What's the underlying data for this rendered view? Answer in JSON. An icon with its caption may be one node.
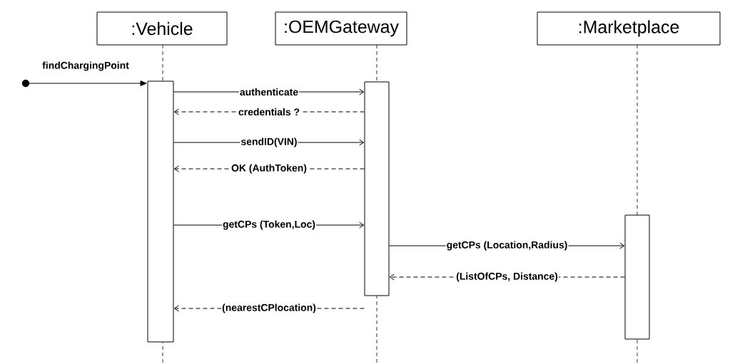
{
  "diagram": {
    "nodes": [
      {
        "text": [
          ":Vehicle"
        ]
      },
      {
        "text": [
          ":OEMGateway"
        ]
      },
      {
        "text": [
          ":Marketplace"
        ]
      },
      {
        "text": [],
        "shape": "circle"
      },
      {
        "text": [],
        "shape": "bar"
      },
      {
        "text": [],
        "shape": "bar"
      },
      {
        "text": [],
        "shape": "bar"
      }
    ],
    "edges": [
      {
        "from": 3,
        "to": 4,
        "arrow": "to",
        "label": "findChargingPoint"
      },
      {
        "from": 4,
        "to": 5,
        "arrow": "to",
        "label": "authenticate"
      },
      {
        "from": 5,
        "to": 4,
        "arrow": "to",
        "label": "credentials ?",
        "style": "dashed"
      },
      {
        "from": 4,
        "to": 5,
        "arrow": "to",
        "label": "sendID(VIN)"
      },
      {
        "from": 5,
        "to": 4,
        "arrow": "to",
        "label": "OK (AuthToken)",
        "style": "dashed"
      },
      {
        "from": 4,
        "to": 5,
        "arrow": "to",
        "label": "getCPs (Token,Loc)"
      },
      {
        "from": 5,
        "to": 6,
        "arrow": "to",
        "label": "getCPs (Location,Radius)"
      },
      {
        "from": 6,
        "to": 5,
        "arrow": "to",
        "label": "(ListOfCPs, Distance)",
        "style": "dashed"
      },
      {
        "from": 5,
        "to": 4,
        "arrow": "to",
        "label": "(nearestCPlocation)",
        "style": "dashed"
      }
    ]
  }
}
